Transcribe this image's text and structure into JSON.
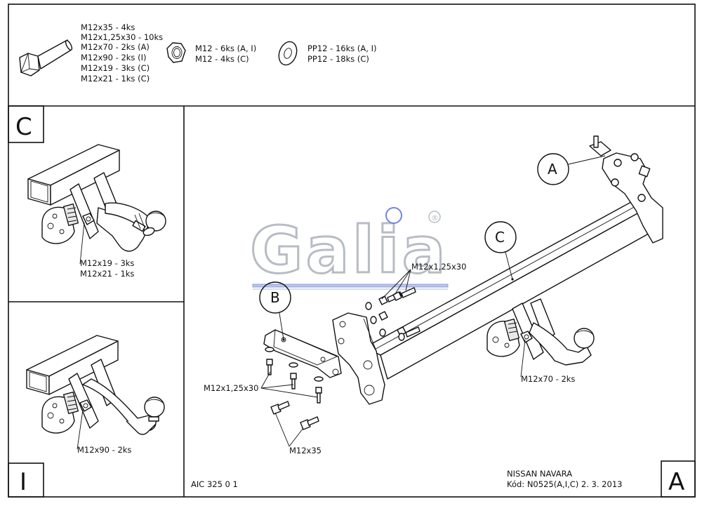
{
  "parts_list": {
    "bolt_specs": [
      "M12x35 - 4ks",
      "M12x1,25x30 - 10ks",
      "M12x70 - 2ks (A)",
      "M12x90 - 2ks (I)",
      "M12x19 - 3ks (C)",
      "M12x21 - 1ks (C)"
    ],
    "nut_specs": [
      "M12 - 6ks (A, I)",
      "M12 - 4ks (C)"
    ],
    "washer_specs": [
      "PP12 - 16ks (A, I)",
      "PP12 - 18ks (C)"
    ]
  },
  "panel_c": {
    "letter": "C",
    "bolt_labels": [
      "M12x19 - 3ks",
      "M12x21 - 1ks"
    ]
  },
  "panel_i": {
    "letter": "I",
    "bolt_label": "M12x90 - 2ks"
  },
  "main": {
    "logo_text": "Galia",
    "logo_mark": "®",
    "callout_a": "A",
    "callout_b": "B",
    "callout_c": "C",
    "bolt_top": "M12x1,25x30",
    "bolt_left": "M12x1,25x30",
    "bolt_bottom": "M12x35",
    "bolt_right": "M12x70 - 2ks",
    "corner_letter": "A"
  },
  "footer": {
    "drawing_no": "AIC 325 0 1",
    "vehicle": "NISSAN NAVARA",
    "code_line": "Kód: N0525(A,I,C)  2. 3. 2013"
  }
}
